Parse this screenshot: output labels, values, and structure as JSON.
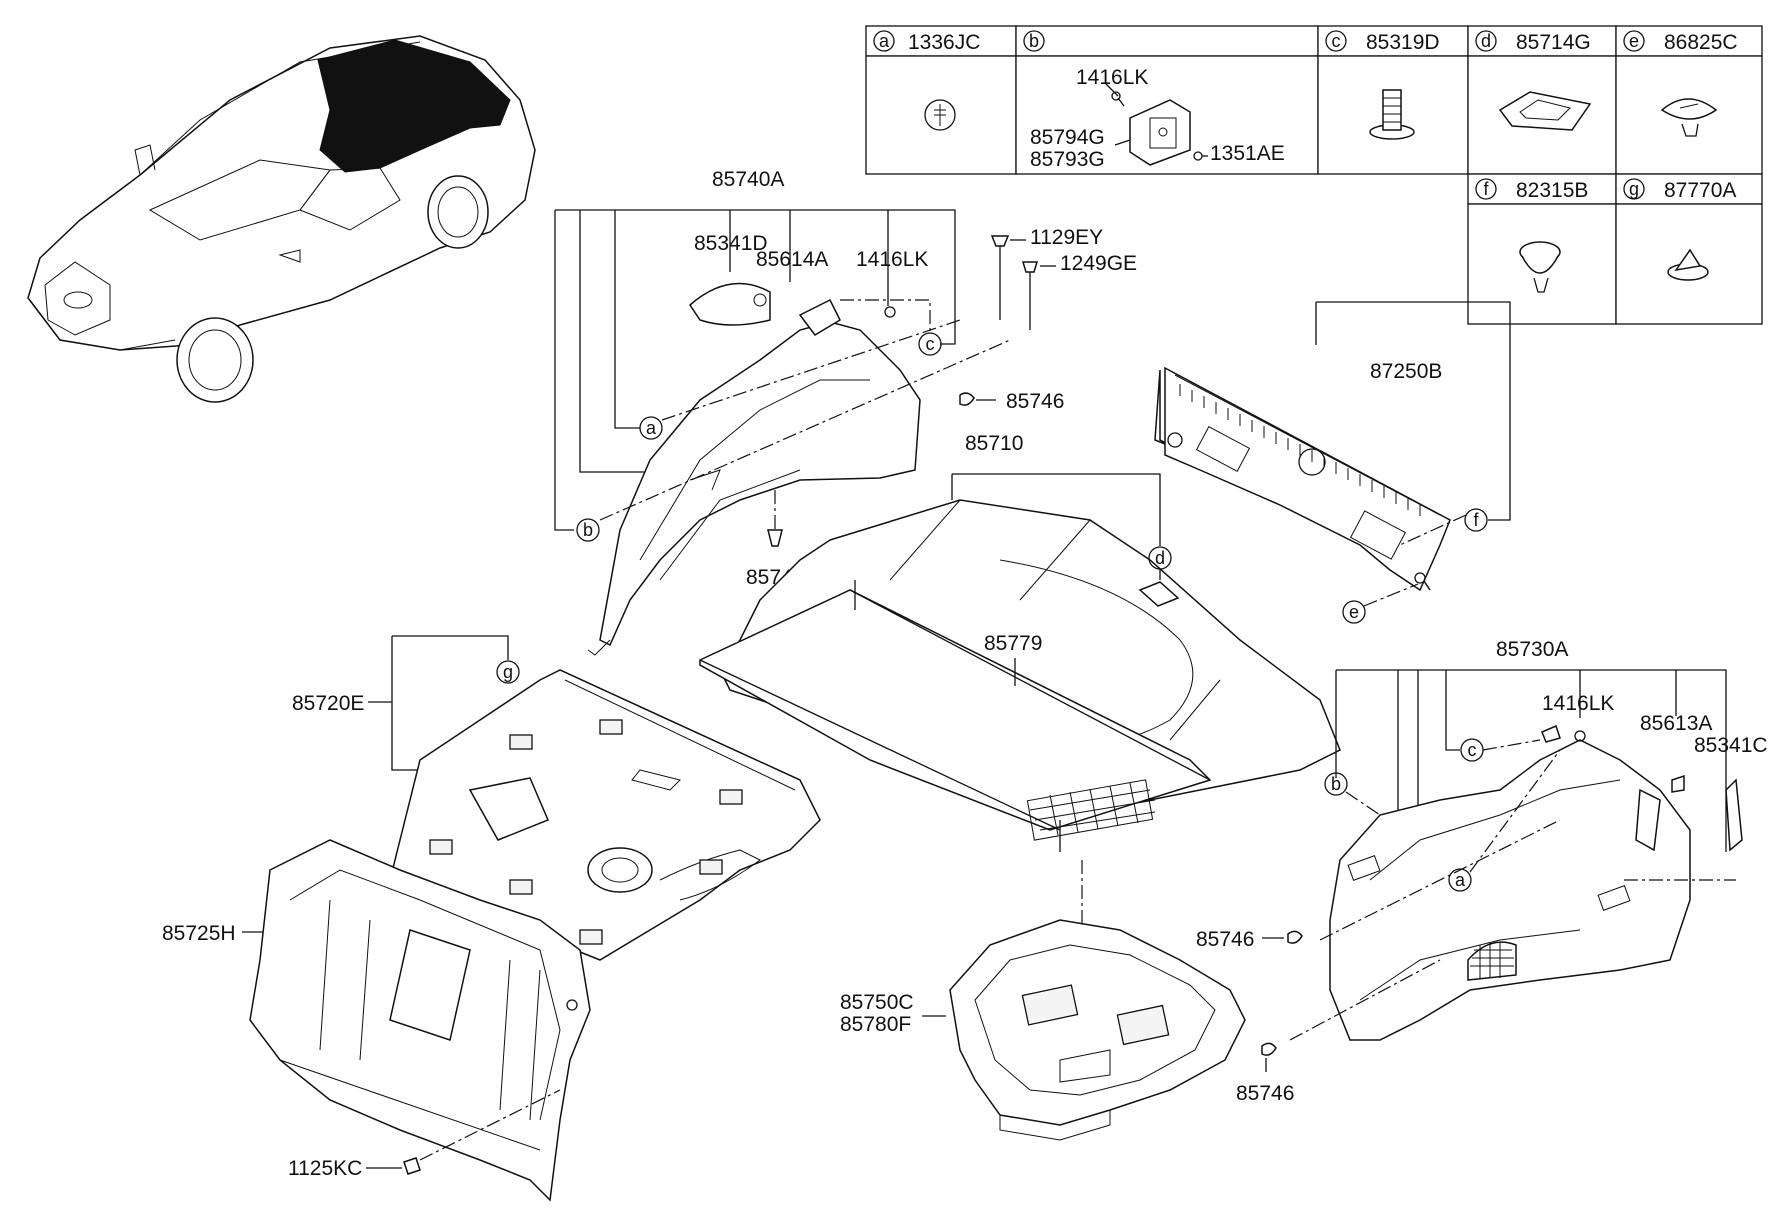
{
  "legend": {
    "cells": [
      {
        "letter": "a",
        "part": "1336JC"
      },
      {
        "letter": "b",
        "part": ""
      },
      {
        "letter": "c",
        "part": "85319D"
      },
      {
        "letter": "d",
        "part": "85714G"
      },
      {
        "letter": "e",
        "part": "86825C"
      },
      {
        "letter": "f",
        "part": "82315B"
      },
      {
        "letter": "g",
        "part": "87770A"
      }
    ],
    "b_parts": {
      "top": "1416LK",
      "upper": "85794G",
      "lower": "85793G",
      "side": "1351AE"
    }
  },
  "labels": {
    "p85740A": "85740A",
    "p85341D": "85341D",
    "p85614A": "85614A",
    "p1416LK_left": "1416LK",
    "p1129EY": "1129EY",
    "p1249GE": "1249GE",
    "p85746_top": "85746",
    "p85744": "85744",
    "p85710": "85710",
    "p87250B": "87250B",
    "p85779": "85779",
    "p85720E": "85720E",
    "p85725H": "85725H",
    "p1125KC": "1125KC",
    "p85750C": "85750C",
    "p85780F": "85780F",
    "p85730A": "85730A",
    "p1416LK_right": "1416LK",
    "p85613A": "85613A",
    "p85341C": "85341C",
    "p85746_mid": "85746",
    "p85746_bot": "85746"
  },
  "callouts": {
    "a": "a",
    "b": "b",
    "c": "c",
    "d": "d",
    "e": "e",
    "f": "f",
    "g": "g"
  }
}
